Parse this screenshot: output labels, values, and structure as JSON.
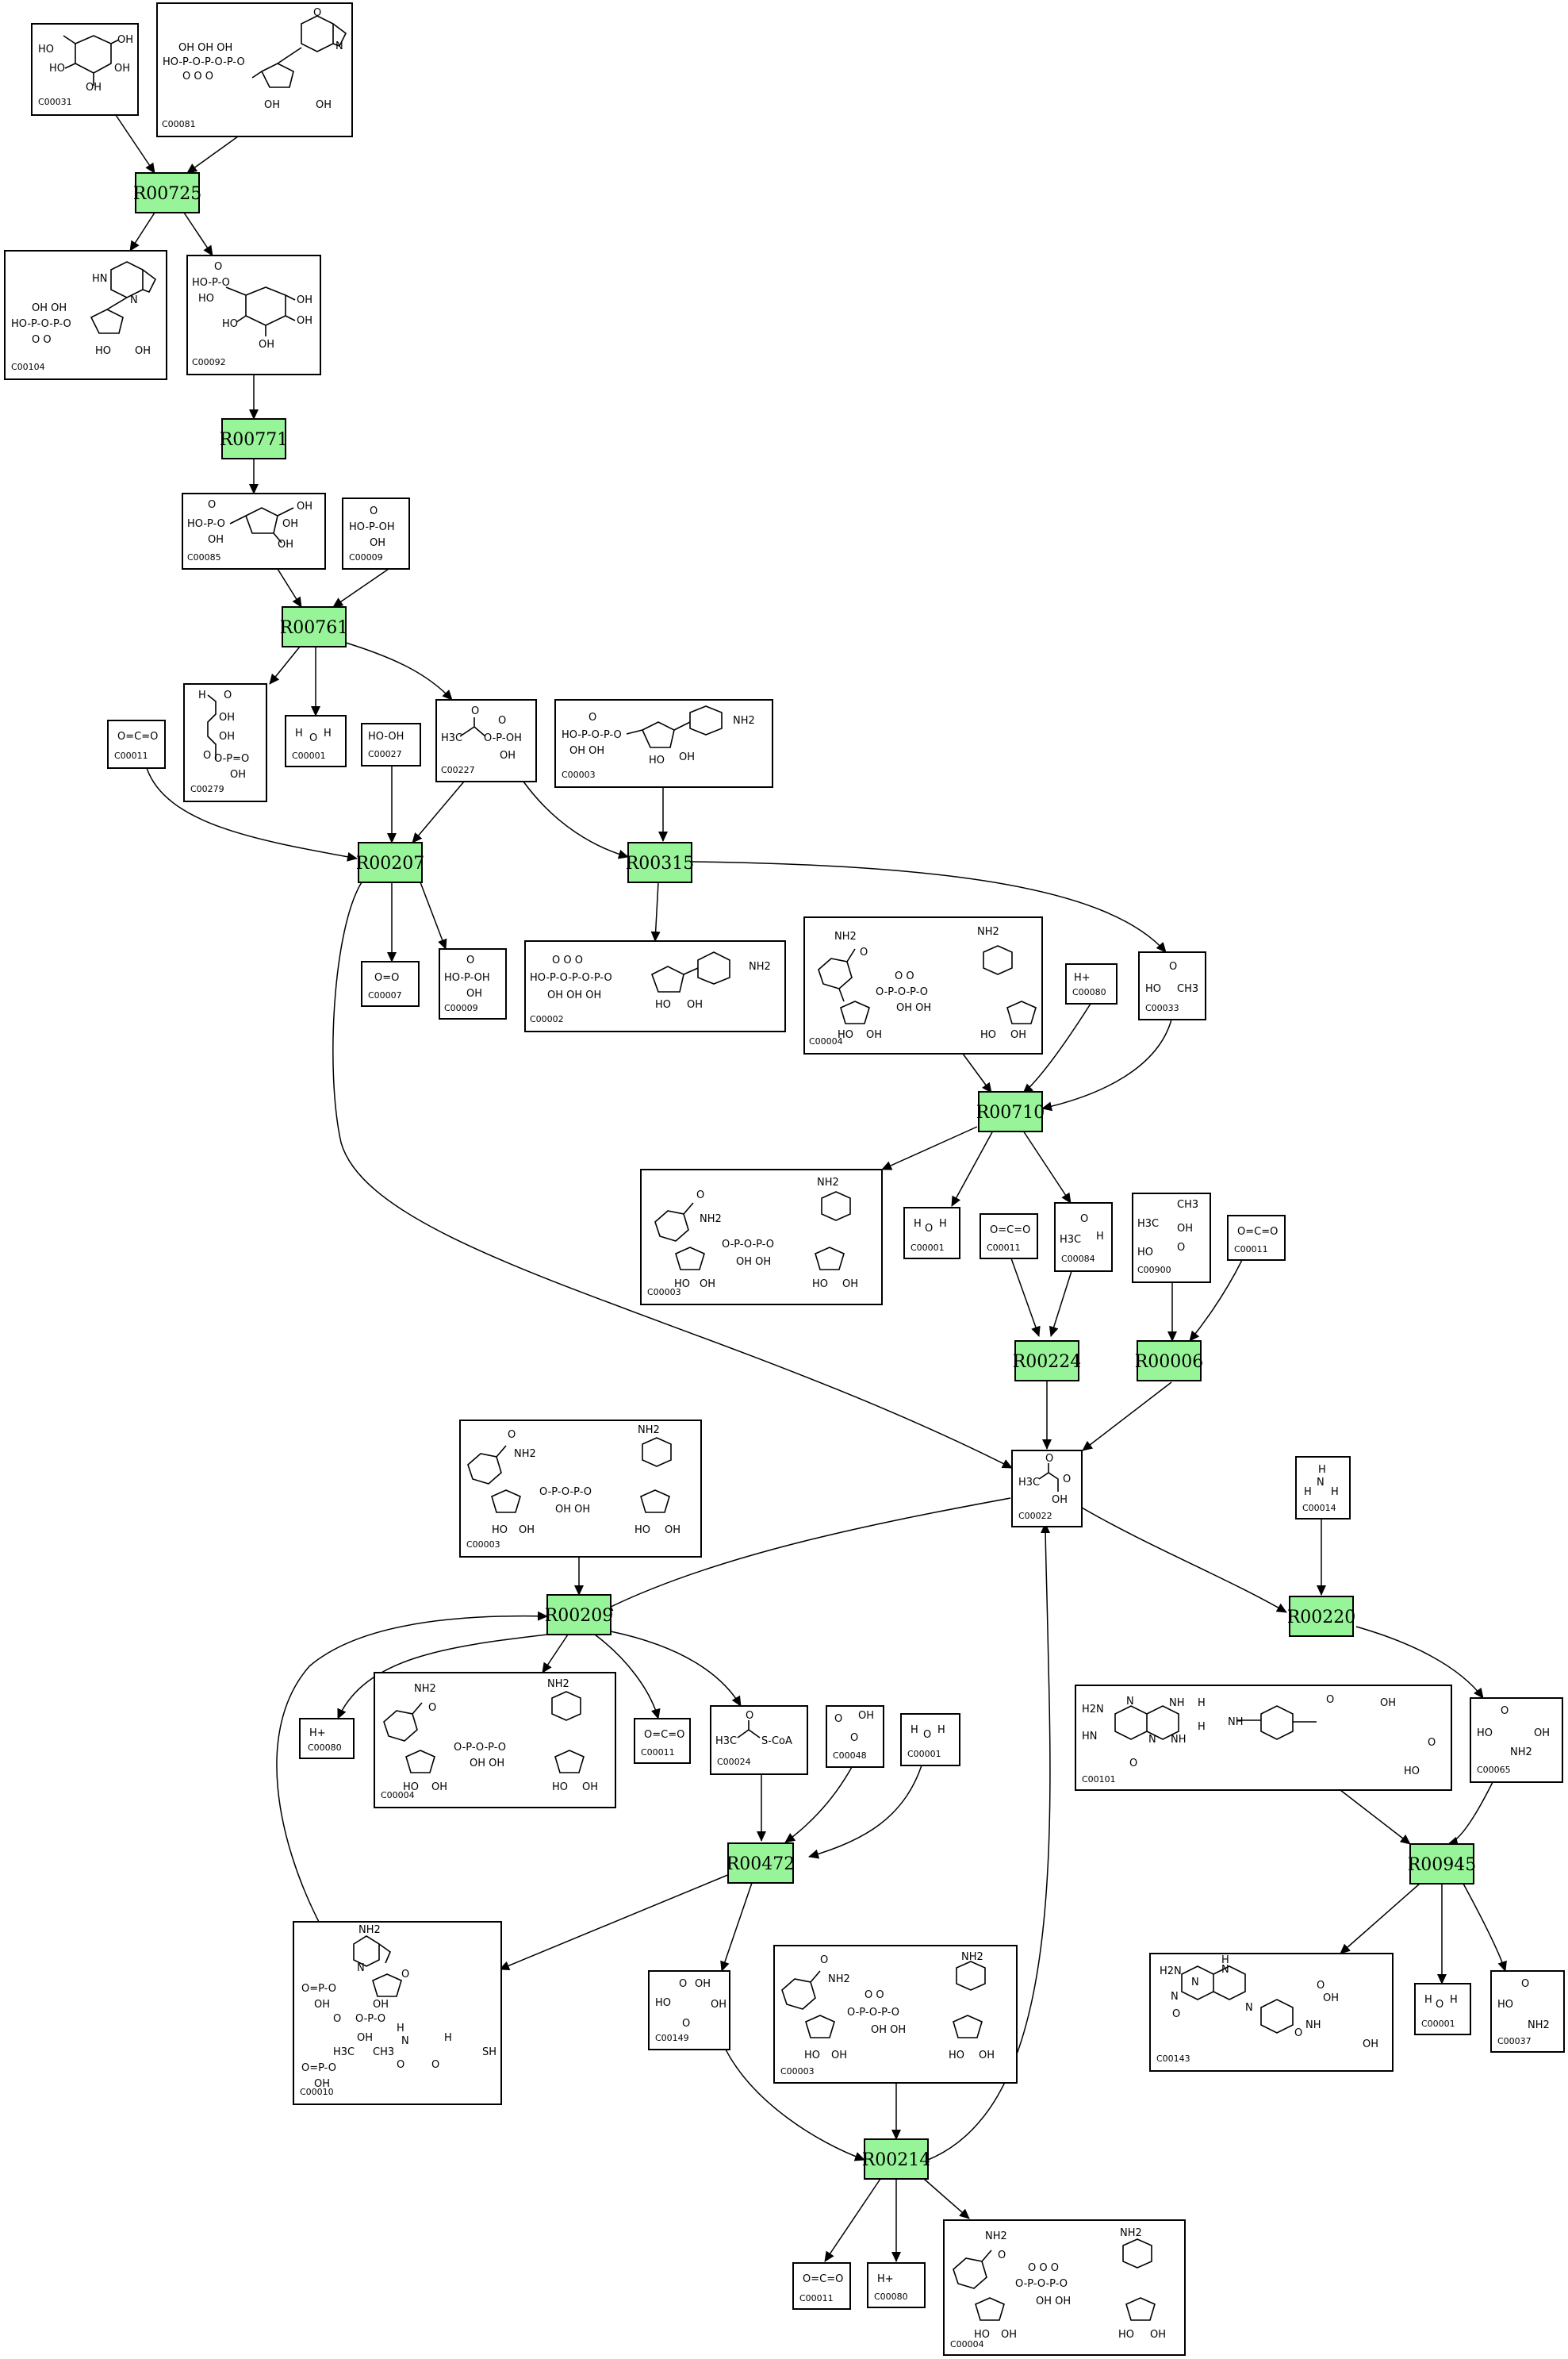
{
  "compounds": {
    "C00031": {
      "id": "C00031",
      "text": [
        "HO",
        "OH",
        "HO",
        "OH",
        "OH"
      ]
    },
    "C00081": {
      "id": "C00081",
      "text": [
        "O",
        "HO-P-O-P-O-P-O",
        "OH  OH  OH",
        "O   O   O",
        "N",
        "OH",
        "OH"
      ]
    },
    "C00104": {
      "id": "C00104",
      "text": [
        "HN",
        "OH OH",
        "HO-P-O-P-O",
        "O   O",
        "HO",
        "OH",
        "N"
      ]
    },
    "C00092": {
      "id": "C00092",
      "text": [
        "O",
        "HO-P-O",
        "HO",
        "OH",
        "HO",
        "OH",
        "OH"
      ]
    },
    "C00085": {
      "id": "C00085",
      "text": [
        "O",
        "HO-P-O",
        "OH",
        "OH",
        "OH",
        "OH"
      ]
    },
    "C00009a": {
      "id": "C00009",
      "text": [
        "O",
        "HO-P-OH",
        "OH"
      ]
    },
    "C00279": {
      "id": "C00279",
      "text": [
        "H",
        "O",
        "OH",
        "OH",
        "O",
        "O-P=O",
        "OH"
      ]
    },
    "C00001a": {
      "id": "C00001",
      "text": [
        "H",
        "O",
        "H"
      ]
    },
    "C00227": {
      "id": "C00227",
      "text": [
        "O",
        "H3C",
        "O-P-OH",
        "O",
        "OH"
      ]
    },
    "C00003a": {
      "id": "C00003",
      "text": [
        "O",
        "HO-P-O-P-O",
        "OH OH",
        "HO",
        "OH",
        "NH2"
      ]
    },
    "C00011a": {
      "id": "C00011",
      "text": [
        "O=C=O"
      ]
    },
    "C00027": {
      "id": "C00027",
      "text": [
        "HO-OH"
      ]
    },
    "C00007": {
      "id": "C00007",
      "text": [
        "O=O"
      ]
    },
    "C00009b": {
      "id": "C00009",
      "text": [
        "O",
        "HO-P-OH",
        "OH"
      ]
    },
    "C00002": {
      "id": "C00002",
      "text": [
        "O   O   O",
        "HO-P-O-P-O-P-O",
        "OH  OH  OH",
        "NH2",
        "HO",
        "OH"
      ]
    },
    "C00004a": {
      "id": "C00004",
      "text": [
        "NH2",
        "O",
        "NH2",
        "O   O",
        "O-P-O-P-O",
        "OH  OH",
        "HO",
        "OH",
        "HO",
        "OH"
      ]
    },
    "C00080a": {
      "id": "C00080",
      "text": [
        "H+"
      ]
    },
    "C00033": {
      "id": "C00033",
      "text": [
        "O",
        "HO",
        "CH3"
      ]
    },
    "C00003b": {
      "id": "C00003",
      "text": [
        "O",
        "NH2",
        "NH2",
        "O-P-O-P-O",
        "OH OH",
        "HO",
        "OH",
        "HO",
        "OH"
      ]
    },
    "C00001b": {
      "id": "C00001",
      "text": [
        "H",
        "O",
        "H"
      ]
    },
    "C00011b": {
      "id": "C00011",
      "text": [
        "O=C=O"
      ]
    },
    "C00084": {
      "id": "C00084",
      "text": [
        "O",
        "H3C",
        "H"
      ]
    },
    "C00900": {
      "id": "C00900",
      "text": [
        "CH3",
        "H3C",
        "OH",
        "HO",
        "O"
      ]
    },
    "C00011c": {
      "id": "C00011",
      "text": [
        "O=C=O"
      ]
    },
    "C00022": {
      "id": "C00022",
      "text": [
        "O",
        "H3C",
        "O",
        "OH"
      ]
    },
    "C00014": {
      "id": "C00014",
      "text": [
        "H",
        "N",
        "H",
        "H"
      ]
    },
    "C00003c": {
      "id": "C00003",
      "text": [
        "O",
        "NH2",
        "NH2",
        "O-P-O-P-O",
        "OH OH",
        "HO",
        "OH",
        "HO",
        "OH"
      ]
    },
    "C00080b": {
      "id": "C00080",
      "text": [
        "H+"
      ]
    },
    "C00004b": {
      "id": "C00004",
      "text": [
        "NH2",
        "O",
        "NH2",
        "O-P-O-P-O",
        "OH OH",
        "HO",
        "OH",
        "HO",
        "OH"
      ]
    },
    "C00011d": {
      "id": "C00011",
      "text": [
        "O=C=O"
      ]
    },
    "C00024": {
      "id": "C00024",
      "text": [
        "O",
        "H3C",
        "S-CoA"
      ]
    },
    "C00048": {
      "id": "C00048",
      "text": [
        "O",
        "OH",
        "O"
      ]
    },
    "C00001c": {
      "id": "C00001",
      "text": [
        "H",
        "O",
        "H"
      ]
    },
    "C00101": {
      "id": "C00101",
      "text": [
        "H2N",
        "N",
        "NH",
        "H",
        "O",
        "OH",
        "HN",
        "N",
        "H",
        "NH",
        "NH",
        "O",
        "O",
        "HO"
      ]
    },
    "C00065": {
      "id": "C00065",
      "text": [
        "O",
        "HO",
        "OH",
        "NH2"
      ]
    },
    "C00010": {
      "id": "C00010",
      "text": [
        "NH2",
        "N",
        "O",
        "O=P-O",
        "OH",
        "O",
        "O-P-O",
        "OH",
        "OH",
        "H3C",
        "CH3",
        "N",
        "SH",
        "O=P-O",
        "OH",
        "H",
        "O",
        "H",
        "O"
      ]
    },
    "C00149": {
      "id": "C00149",
      "text": [
        "O",
        "OH",
        "HO",
        "OH",
        "O"
      ]
    },
    "C00003d": {
      "id": "C00003",
      "text": [
        "O",
        "NH2",
        "NH2",
        "O   O",
        "O-P-O-P-O",
        "OH OH",
        "HO",
        "OH",
        "HO",
        "OH"
      ]
    },
    "C00143": {
      "id": "C00143",
      "text": [
        "H",
        "N",
        "H2N",
        "N",
        "OH",
        "N",
        "O",
        "O",
        "N",
        "NH",
        "OH",
        "O"
      ]
    },
    "C00001d": {
      "id": "C00001",
      "text": [
        "H",
        "O",
        "H"
      ]
    },
    "C00037": {
      "id": "C00037",
      "text": [
        "O",
        "HO",
        "NH2"
      ]
    },
    "C00011e": {
      "id": "C00011",
      "text": [
        "O=C=O"
      ]
    },
    "C00080c": {
      "id": "C00080",
      "text": [
        "H+"
      ]
    },
    "C00004c": {
      "id": "C00004",
      "text": [
        "NH2",
        "O",
        "NH2",
        "O   O   O",
        "O-P-O-P-O",
        "OH OH",
        "HO",
        "OH",
        "HO",
        "OH"
      ]
    }
  },
  "reactions": {
    "R00725": "R00725",
    "R00771": "R00771",
    "R00761": "R00761",
    "R00207": "R00207",
    "R00315": "R00315",
    "R00710": "R00710",
    "R00224": "R00224",
    "R00006": "R00006",
    "R00209": "R00209",
    "R00220": "R00220",
    "R00472": "R00472",
    "R00945": "R00945",
    "R00214": "R00214"
  },
  "colors": {
    "reaction_fill": "#98f498",
    "box_stroke": "#000000",
    "background": "#ffffff"
  }
}
